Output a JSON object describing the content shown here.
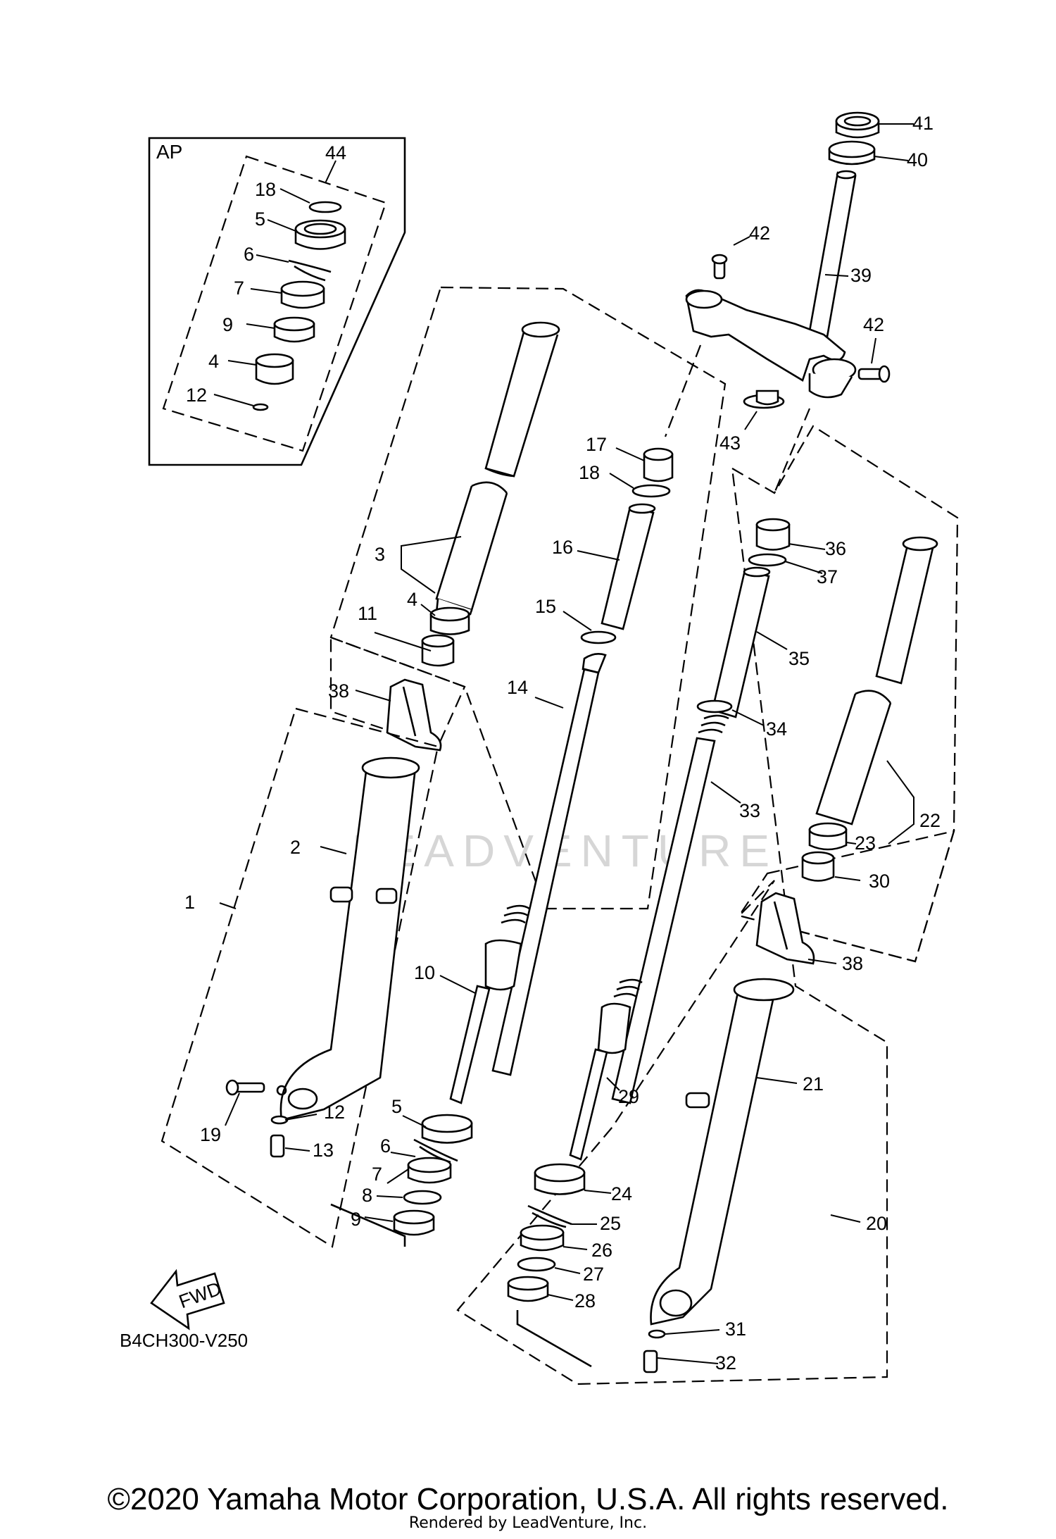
{
  "diagram": {
    "ap_label": "AP",
    "drawing_code": "B4CH300-V250",
    "fwd_label": "FWD",
    "watermark": "LEADVENTURE",
    "part_numbers": [
      "1",
      "2",
      "3",
      "4",
      "5",
      "6",
      "7",
      "8",
      "9",
      "10",
      "11",
      "12",
      "13",
      "14",
      "15",
      "16",
      "17",
      "18",
      "19",
      "20",
      "21",
      "22",
      "23",
      "24",
      "25",
      "26",
      "27",
      "28",
      "29",
      "30",
      "31",
      "32",
      "33",
      "34",
      "35",
      "36",
      "37",
      "38",
      "39",
      "40",
      "41",
      "42",
      "43",
      "44"
    ]
  },
  "footer": {
    "copyright": "©2020 Yamaha Motor Corporation, U.S.A. All rights reserved.",
    "rendered_by": "Rendered by LeadVenture, Inc."
  }
}
